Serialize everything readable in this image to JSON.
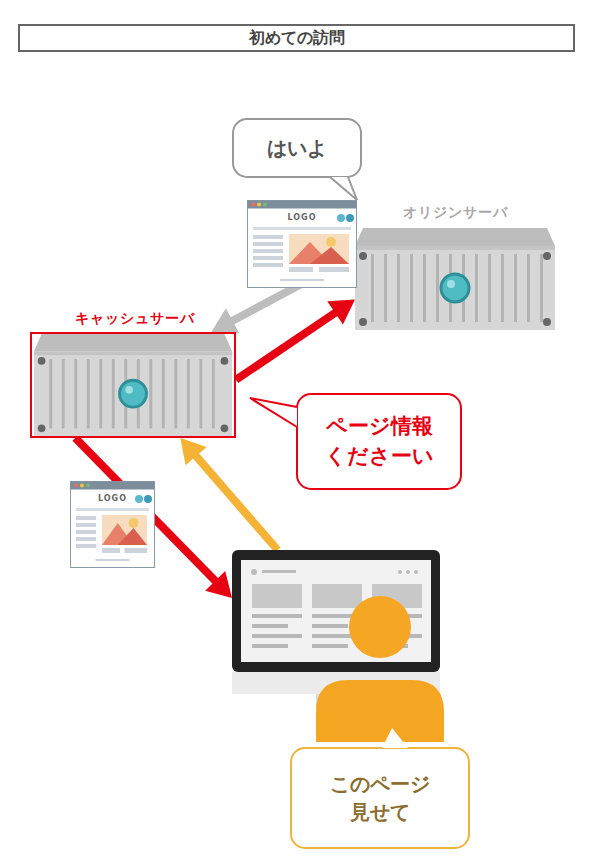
{
  "diagram": {
    "title": "初めての訪問",
    "nodes": [
      {
        "text": [
          "オリジンサーバ"
        ]
      },
      {
        "text": [
          "キャッシュサーバ"
        ]
      },
      {
        "text": [
          "このページ 見せて"
        ]
      },
      {
        "text": [
          "はいよ"
        ]
      },
      {
        "text": [
          "ページ情報 くださーい"
        ]
      }
    ],
    "edges": [
      {
        "from": 1,
        "to": 0,
        "arrow": "to"
      },
      {
        "from": 0,
        "to": 1,
        "arrow": "to"
      },
      {
        "from": 2,
        "to": 1,
        "arrow": "to"
      },
      {
        "from": 1,
        "to": 2,
        "arrow": "to"
      }
    ],
    "labels": [
      "LOGO",
      "LOGO"
    ]
  }
}
